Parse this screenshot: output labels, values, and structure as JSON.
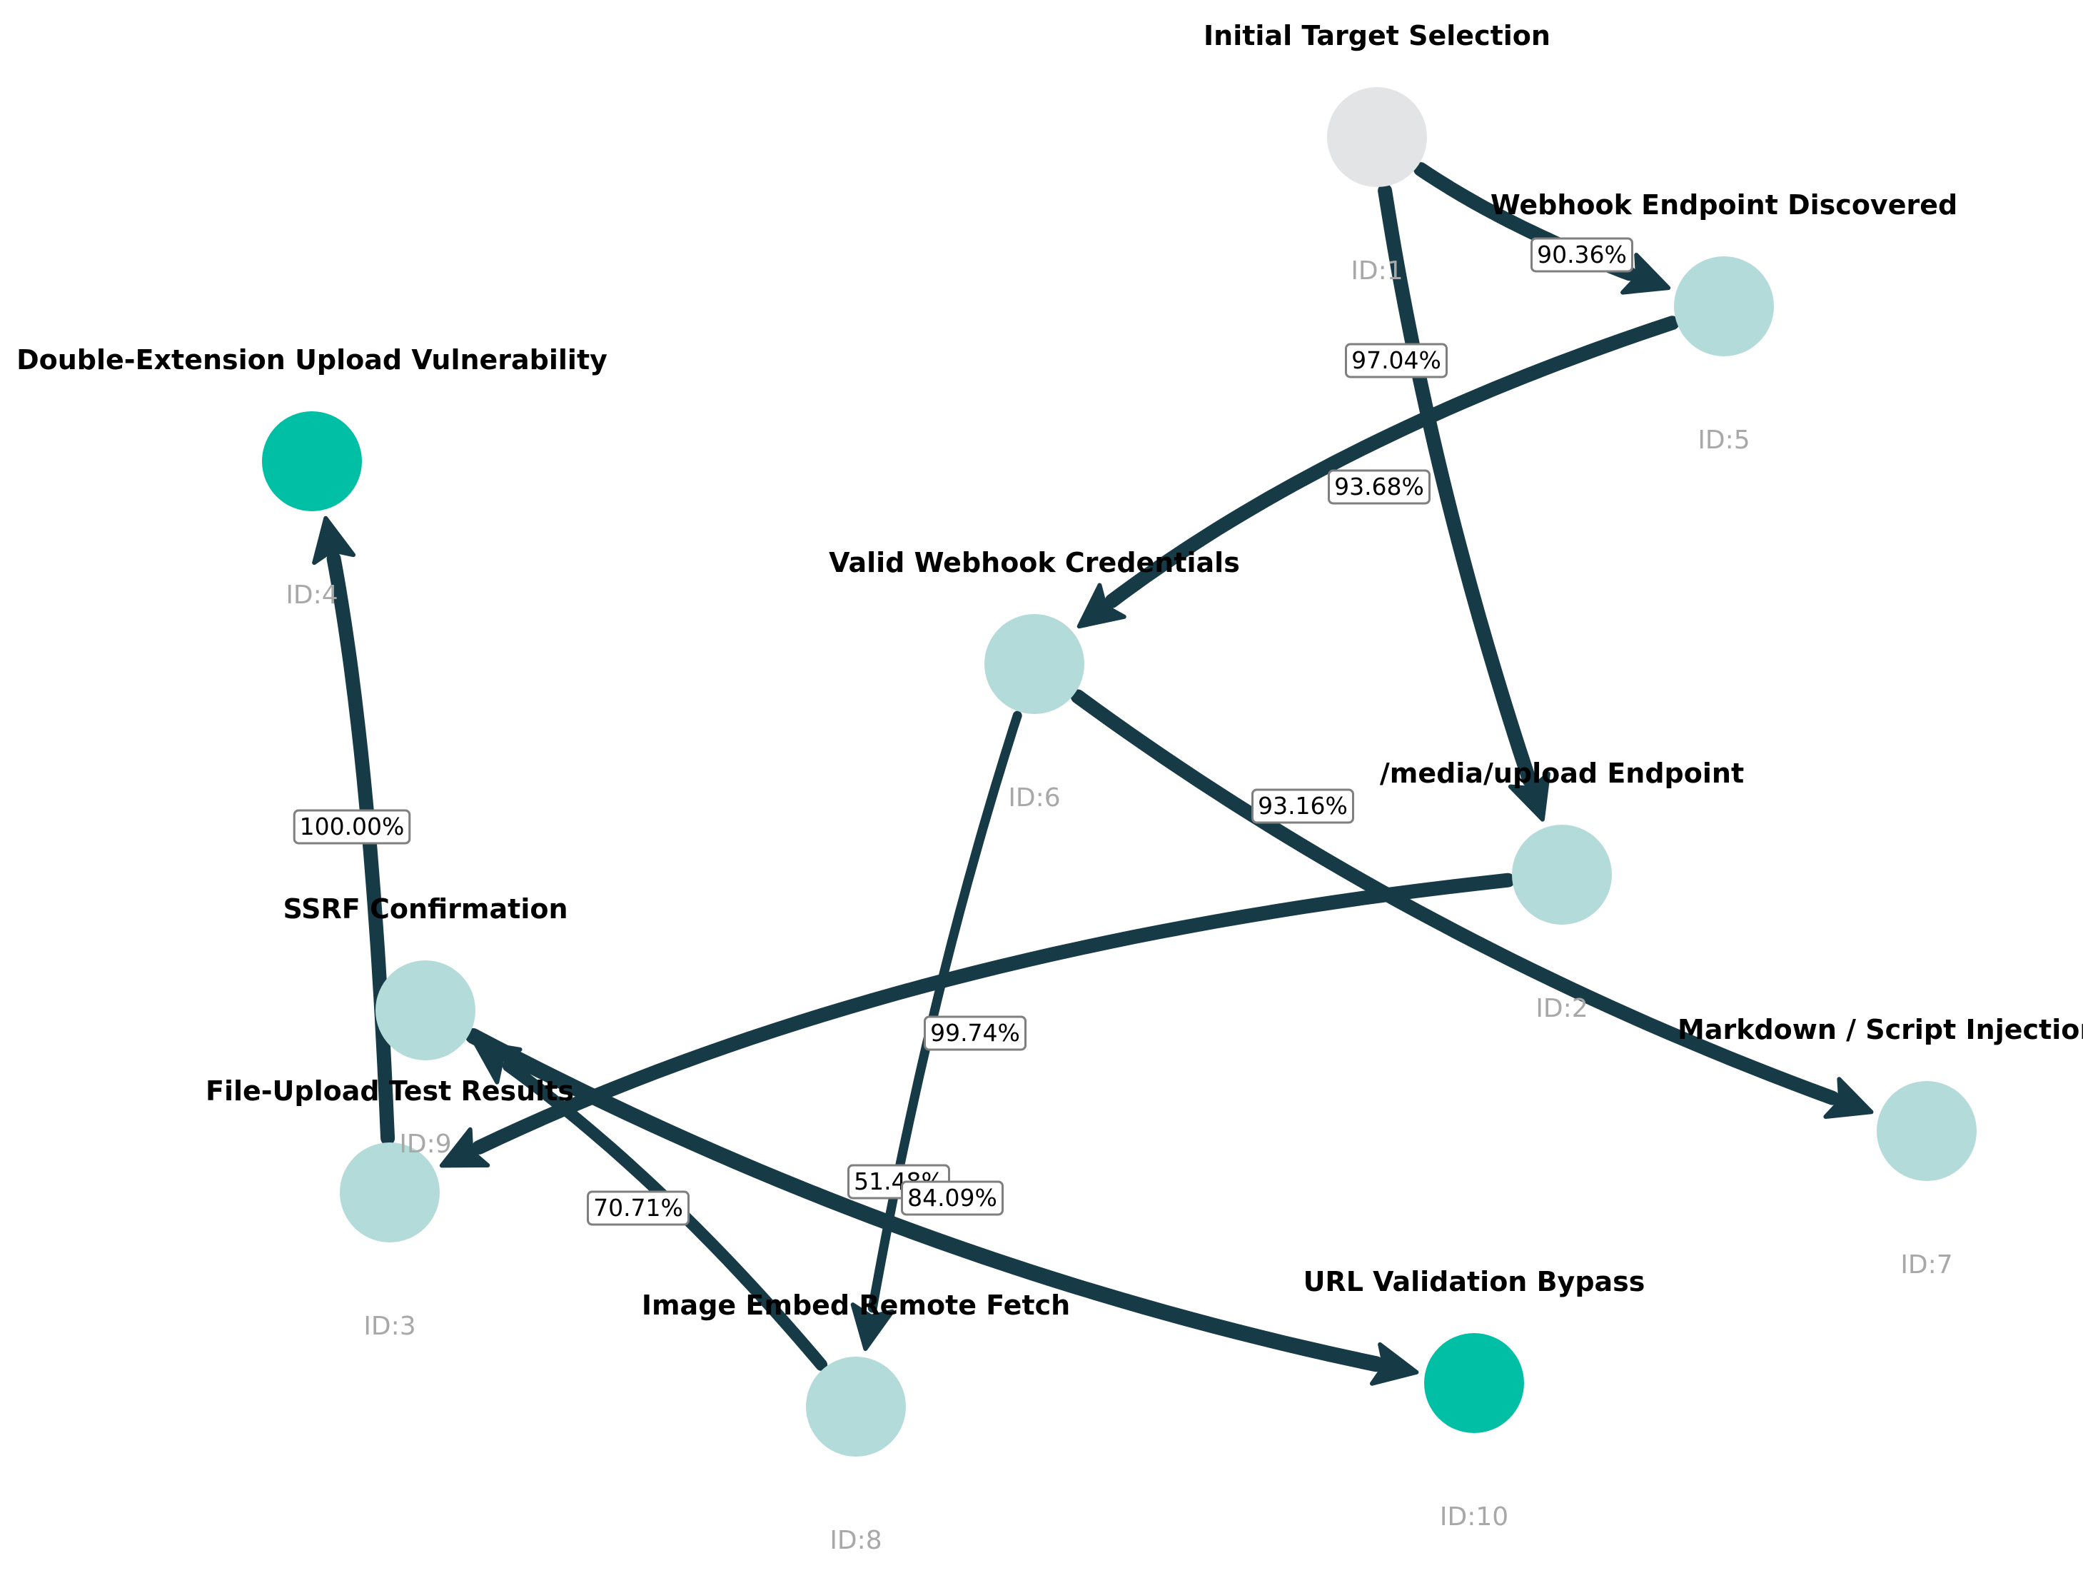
{
  "colors": {
    "edge": "#173a47",
    "node_default": "#b3dbda",
    "node_start": "#e3e4e6",
    "node_goal": "#00bfa5",
    "label_border": "#7f7f7f",
    "id_text": "#a8a8a8"
  },
  "nodes": [
    {
      "key": "n1",
      "title": "Initial Target Selection",
      "id_label": "ID:1",
      "kind": "start"
    },
    {
      "key": "n2",
      "title": "/media/upload Endpoint",
      "id_label": "ID:2",
      "kind": "default"
    },
    {
      "key": "n3",
      "title": "File-Upload Test Results",
      "id_label": "ID:3",
      "kind": "default"
    },
    {
      "key": "n4",
      "title": "Double-Extension Upload Vulnerability",
      "id_label": "ID:4",
      "kind": "goal"
    },
    {
      "key": "n5",
      "title": "Webhook Endpoint Discovered",
      "id_label": "ID:5",
      "kind": "default"
    },
    {
      "key": "n6",
      "title": "Valid Webhook Credentials",
      "id_label": "ID:6",
      "kind": "default"
    },
    {
      "key": "n7",
      "title": "Markdown / Script Injection",
      "id_label": "ID:7",
      "kind": "default"
    },
    {
      "key": "n8",
      "title": "Image Embed Remote Fetch",
      "id_label": "ID:8",
      "kind": "default"
    },
    {
      "key": "n9",
      "title": "SSRF Confirmation",
      "id_label": "ID:9",
      "kind": "default"
    },
    {
      "key": "n10",
      "title": "URL Validation Bypass",
      "id_label": "ID:10",
      "kind": "goal"
    }
  ],
  "edges": [
    {
      "from": "n1",
      "to": "n5",
      "label": "90.36%"
    },
    {
      "from": "n1",
      "to": "n2",
      "label": "97.04%"
    },
    {
      "from": "n5",
      "to": "n6",
      "label": "93.68%"
    },
    {
      "from": "n6",
      "to": "n7",
      "label": "93.16%"
    },
    {
      "from": "n6",
      "to": "n8",
      "label": "99.74%"
    },
    {
      "from": "n2",
      "to": "n3",
      "label": "51.48%"
    },
    {
      "from": "n3",
      "to": "n4",
      "label": "100.00%"
    },
    {
      "from": "n8",
      "to": "n9",
      "label": "70.71%"
    },
    {
      "from": "n9",
      "to": "n10",
      "label": "84.09%"
    }
  ]
}
